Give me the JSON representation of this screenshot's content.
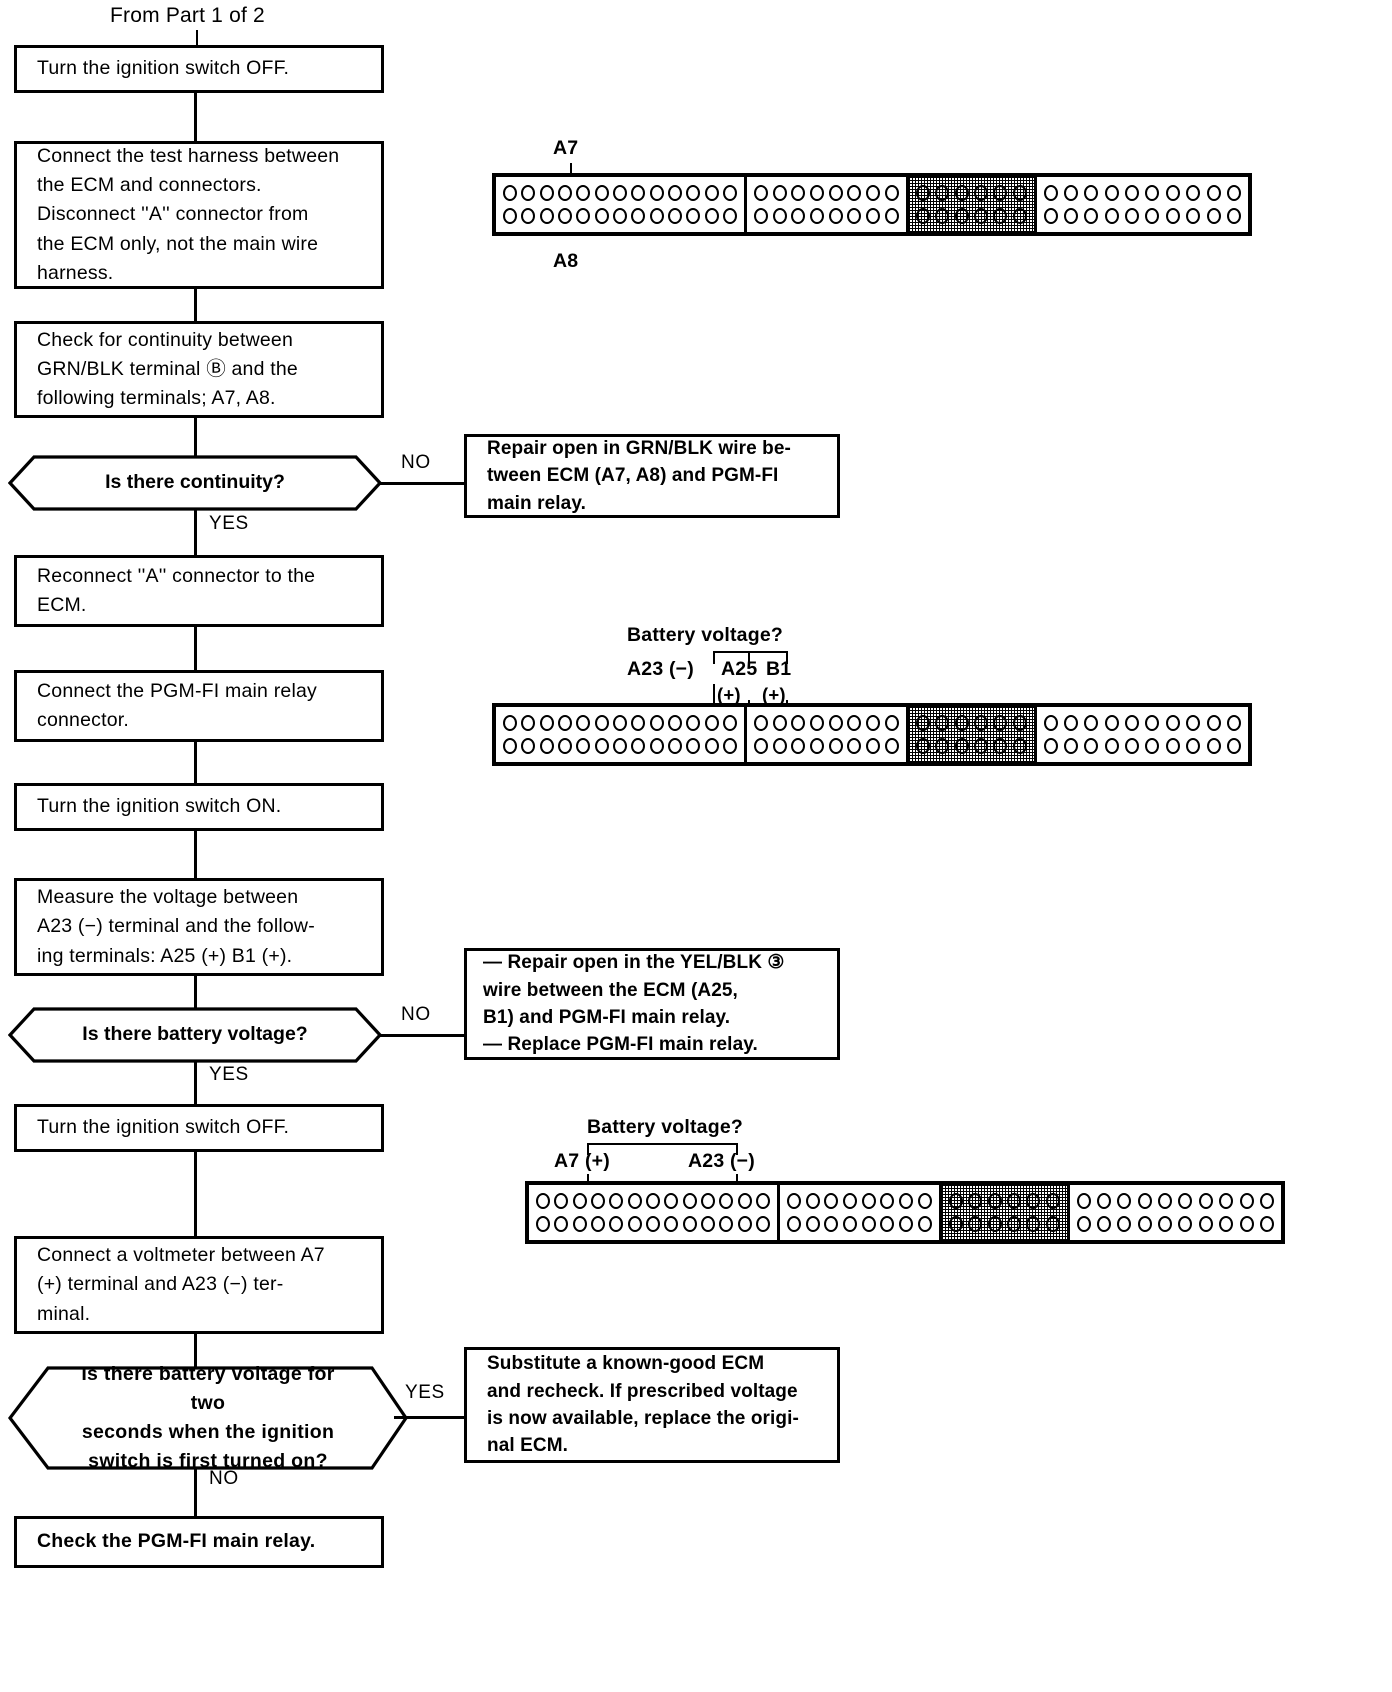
{
  "page": {
    "header_caption": "From Part 1 of 2"
  },
  "flow": {
    "steps": [
      {
        "id": "step-ignition-off-1",
        "text": "Turn the ignition switch OFF."
      },
      {
        "id": "step-connect-test-harness",
        "text": "Connect the test harness between\nthe ECM and connectors.\nDisconnect ''A'' connector from\nthe ECM only, not the main wire\nharness."
      },
      {
        "id": "step-check-continuity",
        "text": "Check for continuity between\nGRN/BLK terminal Ⓑ and the\nfollowing terminals; A7, A8."
      },
      {
        "id": "step-reconnect-a-connector",
        "text": "Reconnect ''A'' connector to the\nECM."
      },
      {
        "id": "step-connect-pgmfi-relay",
        "text": "Connect the PGM-FI main relay\nconnector."
      },
      {
        "id": "step-ignition-on",
        "text": "Turn the ignition switch ON."
      },
      {
        "id": "step-measure-voltage",
        "text": "Measure the voltage between\nA23 (−) terminal and the follow-\ning terminals: A25 (+) B1 (+)."
      },
      {
        "id": "step-ignition-off-2",
        "text": "Turn the ignition switch OFF."
      },
      {
        "id": "step-connect-voltmeter",
        "text": "Connect a voltmeter between A7\n(+) terminal and A23 (−) ter-\nminal."
      },
      {
        "id": "step-check-pgmfi-relay",
        "text": "Check the PGM-FI main relay."
      }
    ],
    "decisions": [
      {
        "id": "decision-continuity",
        "text": "Is there continuity?",
        "yes_label": "YES",
        "no_label": "NO"
      },
      {
        "id": "decision-battery-voltage",
        "text": "Is there battery voltage?",
        "yes_label": "YES",
        "no_label": "NO"
      },
      {
        "id": "decision-battery-voltage-two-seconds",
        "text": "Is there battery voltage for two\nseconds  when  the  ignition\nswitch  is  first  turned  on?",
        "yes_label": "YES",
        "no_label": "NO"
      }
    ],
    "results": [
      {
        "id": "result-repair-grn-blk",
        "text": "Repair open in GRN/BLK wire be-\ntween ECM (A7, A8) and PGM-FI\nmain relay."
      },
      {
        "id": "result-repair-yel-blk",
        "text": "—  Repair open in the YEL/BLK ③\n     wire between the ECM (A25,\n     B1) and PGM-FI main relay.\n—  Replace PGM-FI main relay."
      },
      {
        "id": "result-substitute-ecm",
        "text": "Substitute a known-good ECM\nand recheck. If prescribed voltage\nis now available, replace the origi-\nnal ECM."
      }
    ]
  },
  "connectors": [
    {
      "id": "connector-a7-a8",
      "sections": [
        {
          "pins_per_row": 13,
          "shaded": false
        },
        {
          "pins_per_row": 8,
          "shaded": false
        },
        {
          "pins_per_row": 6,
          "shaded": true
        },
        {
          "pins_per_row": 10,
          "shaded": false
        }
      ],
      "rows": 2,
      "callouts": [
        {
          "text": "A7",
          "position": "top"
        },
        {
          "text": "A8",
          "position": "bottom"
        }
      ]
    },
    {
      "id": "connector-a23-a25-b1",
      "sections": [
        {
          "pins_per_row": 13,
          "shaded": false
        },
        {
          "pins_per_row": 8,
          "shaded": false
        },
        {
          "pins_per_row": 6,
          "shaded": true
        },
        {
          "pins_per_row": 10,
          "shaded": false
        }
      ],
      "rows": 2,
      "callouts": [
        {
          "text": "Battery voltage?",
          "position": "top"
        },
        {
          "text": "A23 (−)",
          "position": "top"
        },
        {
          "text": "A25",
          "position": "top"
        },
        {
          "text": "B1",
          "position": "top"
        },
        {
          "text": "(+)",
          "position": "top"
        },
        {
          "text": "(+)",
          "position": "top"
        }
      ]
    },
    {
      "id": "connector-a7-a23",
      "sections": [
        {
          "pins_per_row": 13,
          "shaded": false
        },
        {
          "pins_per_row": 8,
          "shaded": false
        },
        {
          "pins_per_row": 6,
          "shaded": true
        },
        {
          "pins_per_row": 10,
          "shaded": false
        }
      ],
      "rows": 2,
      "callouts": [
        {
          "text": "Battery voltage?",
          "position": "top"
        },
        {
          "text": "A7 (+)",
          "position": "top"
        },
        {
          "text": "A23 (−)",
          "position": "top"
        }
      ]
    }
  ],
  "labels": {
    "a7": "A7",
    "a8": "A8",
    "battery_voltage_q_1": "Battery voltage?",
    "a23_minus": "A23 (−)",
    "a25": "A25",
    "b1": "B1",
    "plus_1": "(+)",
    "plus_2": "(+)",
    "battery_voltage_q_2": "Battery voltage?",
    "a7_plus": "A7 (+)",
    "a23_minus_2": "A23 (−)"
  },
  "colors": {
    "ink": "#000000",
    "paper": "#ffffff"
  }
}
